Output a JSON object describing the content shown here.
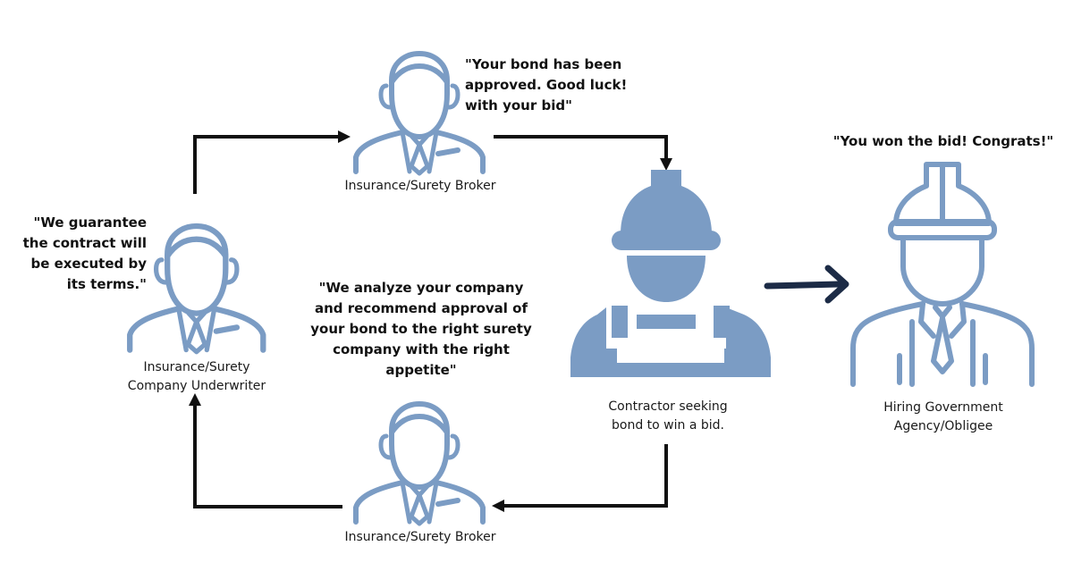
{
  "colors": {
    "icon": "#7b9cc4",
    "arrow": "#111111",
    "arrow_to_obligee": "#1c2b46",
    "text": "#111111"
  },
  "icons": {
    "broker_top": "businessman-icon",
    "underwriter": "businessman-icon",
    "broker_bottom": "businessman-icon",
    "contractor": "construction-worker-icon",
    "obligee": "hard-hat-official-icon"
  },
  "nodes": {
    "broker_top": {
      "label": "Insurance/Surety Broker",
      "quote": "\"Your bond has been approved. Good luck! with your bid\""
    },
    "underwriter": {
      "label": "Insurance/Surety Company Underwriter",
      "quote": "\"We guarantee the contract will be executed by its terms.\""
    },
    "broker_bottom": {
      "label": "Insurance/Surety Broker",
      "quote": "\"We analyze your company and recommend approval of your bond to the right surety company with the right appetite\""
    },
    "contractor": {
      "label": "Contractor seeking bond to win a bid."
    },
    "obligee": {
      "label": "Hiring Government Agency/Obligee",
      "quote": "\"You won the bid! Congrats!\""
    }
  }
}
